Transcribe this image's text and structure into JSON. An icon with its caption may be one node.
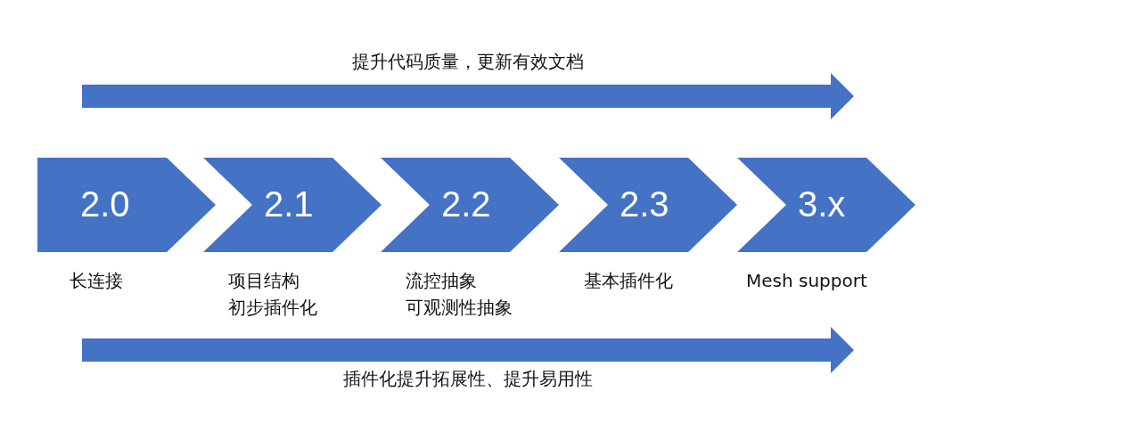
{
  "diagram": {
    "nodes": [
      {
        "text": [
          "2.0"
        ],
        "beside": [
          "长连接"
        ]
      },
      {
        "text": [
          "2.1"
        ],
        "beside": [
          "项目结构",
          "初步插件化"
        ]
      },
      {
        "text": [
          "2.2"
        ],
        "beside": [
          "流控抽象",
          "可观测性抽象"
        ]
      },
      {
        "text": [
          "2.3"
        ],
        "beside": [
          "基本插件化"
        ]
      },
      {
        "text": [
          "3.x"
        ],
        "beside": [
          "Mesh support"
        ]
      }
    ],
    "labels": [
      "提升代码质量，更新有效文档",
      "插件化提升拓展性、提升易用性"
    ]
  }
}
